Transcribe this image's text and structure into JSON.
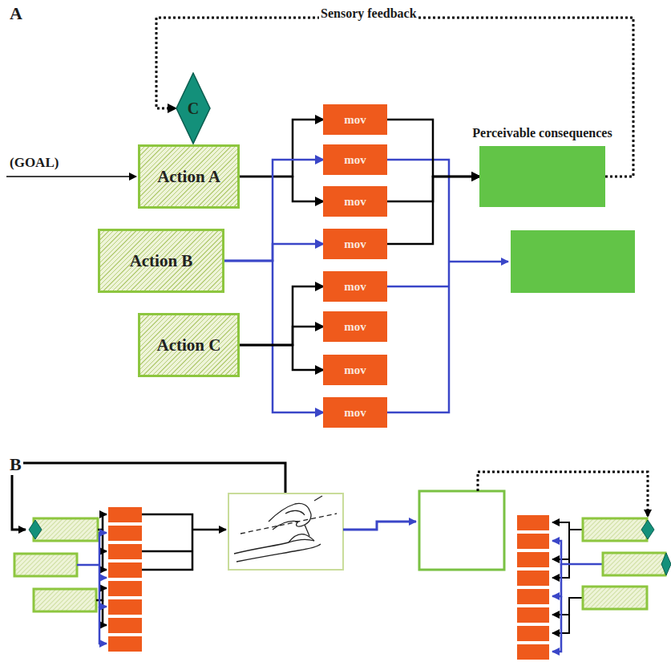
{
  "diagram": {
    "nodes": [
      {
        "text": [
          "C"
        ]
      },
      {
        "text": [
          "Action A"
        ]
      },
      {
        "text": [
          "Action B"
        ]
      },
      {
        "text": [
          "Action C"
        ]
      },
      {
        "text": [
          "mov"
        ]
      },
      {
        "text": [
          "mov"
        ]
      },
      {
        "text": [
          "mov"
        ]
      },
      {
        "text": [
          "mov"
        ]
      },
      {
        "text": [
          "mov"
        ]
      },
      {
        "text": [
          "mov"
        ]
      },
      {
        "text": [
          "mov"
        ]
      },
      {
        "text": [
          "mov"
        ]
      },
      {
        "text": [
          "Perceivable consequences"
        ]
      }
    ],
    "edges": [
      {
        "from": 1,
        "to": 4,
        "arrow": "to"
      },
      {
        "from": 1,
        "to": 6,
        "arrow": "to"
      },
      {
        "from": 2,
        "to": 5,
        "arrow": "to"
      },
      {
        "from": 2,
        "to": 7,
        "arrow": "to"
      },
      {
        "from": 2,
        "to": 11,
        "arrow": "to"
      },
      {
        "from": 3,
        "to": 8,
        "arrow": "to"
      },
      {
        "from": 3,
        "to": 9,
        "arrow": "to"
      },
      {
        "from": 3,
        "to": 10,
        "arrow": "to"
      },
      {
        "from": 4,
        "to": 12,
        "arrow": "to"
      },
      {
        "from": 6,
        "to": 12,
        "arrow": "to"
      },
      {
        "from": 7,
        "to": 12,
        "arrow": "to"
      },
      {
        "from": 12,
        "to": 0,
        "arrow": "to"
      }
    ],
    "labels": [
      "A",
      "Sensory feedback",
      "(GOAL)",
      "B"
    ]
  }
}
